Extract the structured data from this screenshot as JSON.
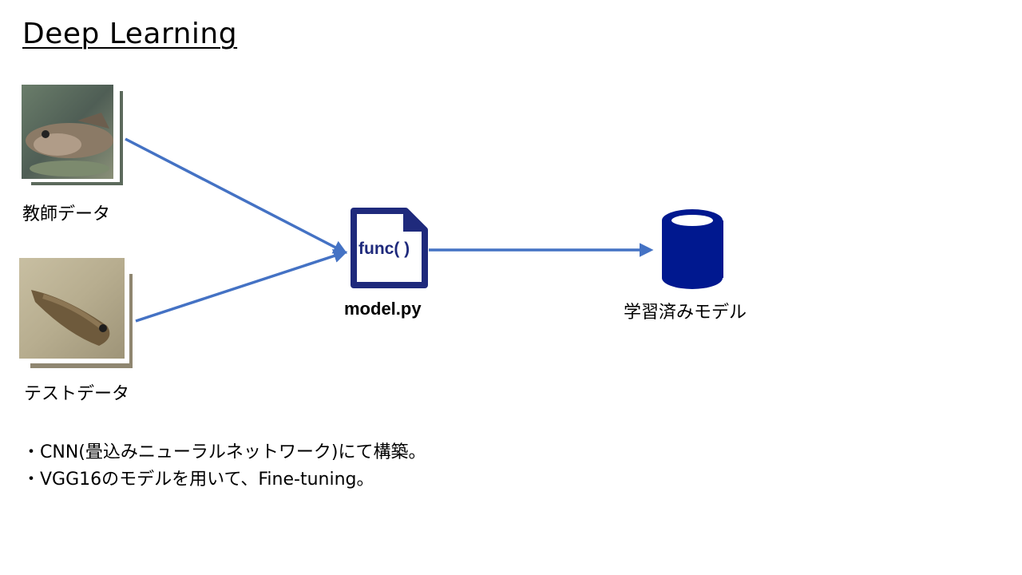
{
  "title": "Deep Learning",
  "inputs": {
    "training_label": "教師データ",
    "test_label": "テストデータ"
  },
  "model": {
    "file_text": "func( )",
    "file_name": "model.py"
  },
  "output": {
    "label": "学習済みモデル"
  },
  "notes": [
    "・CNN(畳込みニューラルネットワーク)にて構築。",
    "・VGG16のモデルを用いて、Fine-tuning。"
  ],
  "colors": {
    "arrow": "#4472C4",
    "icon": "#1F2A7C",
    "cylinder": "#00188F"
  }
}
